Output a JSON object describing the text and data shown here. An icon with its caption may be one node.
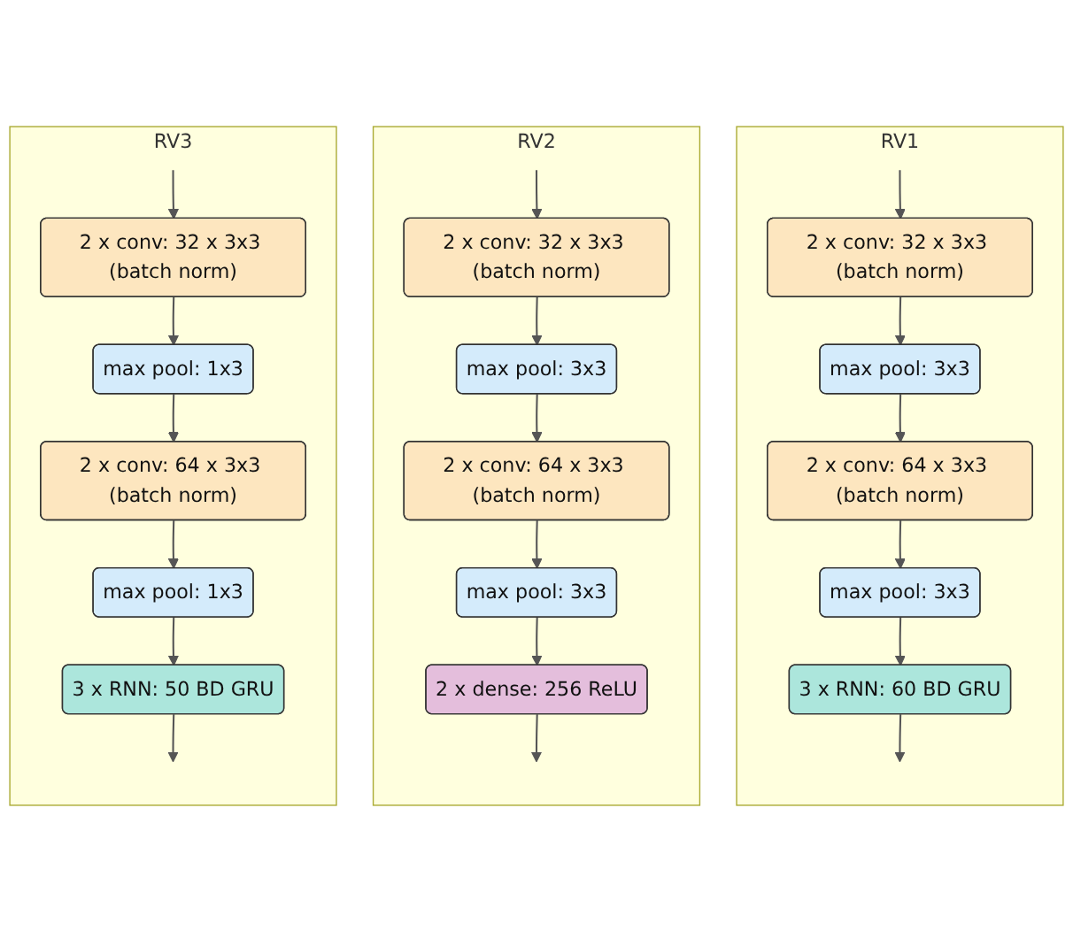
{
  "diagram": {
    "nodes": [
      {
        "text": [
          "RV1"
        ]
      },
      {
        "text": [
          "2 x conv: 32 x 3x3 (batch norm)"
        ],
        "in": 0
      },
      {
        "text": [
          "max pool: 3x3"
        ],
        "in": 0
      },
      {
        "text": [
          "2 x conv: 64 x 3x3 (batch norm)"
        ],
        "in": 0
      },
      {
        "text": [
          "max pool: 3x3"
        ],
        "in": 0
      },
      {
        "text": [
          "3 x RNN: 60 BD GRU"
        ],
        "in": 0
      },
      {
        "text": [
          "RV2"
        ]
      },
      {
        "text": [
          "2 x conv: 32 x 3x3 (batch norm)"
        ],
        "in": 6
      },
      {
        "text": [
          "max pool: 3x3"
        ],
        "in": 6
      },
      {
        "text": [
          "2 x conv: 64 x 3x3 (batch norm)"
        ],
        "in": 6
      },
      {
        "text": [
          "max pool: 3x3"
        ],
        "in": 6
      },
      {
        "text": [
          "2 x dense: 256 ReLU"
        ],
        "in": 6
      },
      {
        "text": [
          "RV3"
        ]
      },
      {
        "text": [
          "2 x conv: 32 x 3x3 (batch norm)"
        ],
        "in": 12
      },
      {
        "text": [
          "max pool: 1x3"
        ],
        "in": 12
      },
      {
        "text": [
          "2 x conv: 64 x 3x3 (batch norm)"
        ],
        "in": 12
      },
      {
        "text": [
          "max pool: 1x3"
        ],
        "in": 12
      },
      {
        "text": [
          "3 x RNN: 50 BD GRU"
        ],
        "in": 12
      }
    ],
    "edges": [
      {
        "from": null,
        "to": 1,
        "arrow": "to"
      },
      {
        "from": 1,
        "to": 2,
        "arrow": "to"
      },
      {
        "from": 2,
        "to": 3,
        "arrow": "to"
      },
      {
        "from": 3,
        "to": 4,
        "arrow": "to"
      },
      {
        "from": 4,
        "to": 5,
        "arrow": "to"
      },
      {
        "from": 5,
        "to": null,
        "arrow": "to"
      },
      {
        "from": null,
        "to": 7,
        "arrow": "to"
      },
      {
        "from": 7,
        "to": 8,
        "arrow": "to"
      },
      {
        "from": 8,
        "to": 9,
        "arrow": "to"
      },
      {
        "from": 9,
        "to": 10,
        "arrow": "to"
      },
      {
        "from": 10,
        "to": 11,
        "arrow": "to"
      },
      {
        "from": 11,
        "to": null,
        "arrow": "to"
      },
      {
        "from": null,
        "to": 13,
        "arrow": "to"
      },
      {
        "from": 13,
        "to": 14,
        "arrow": "to"
      },
      {
        "from": 14,
        "to": 15,
        "arrow": "to"
      },
      {
        "from": 15,
        "to": 16,
        "arrow": "to"
      },
      {
        "from": 16,
        "to": 17,
        "arrow": "to"
      },
      {
        "from": 17,
        "to": null,
        "arrow": "to"
      }
    ]
  }
}
